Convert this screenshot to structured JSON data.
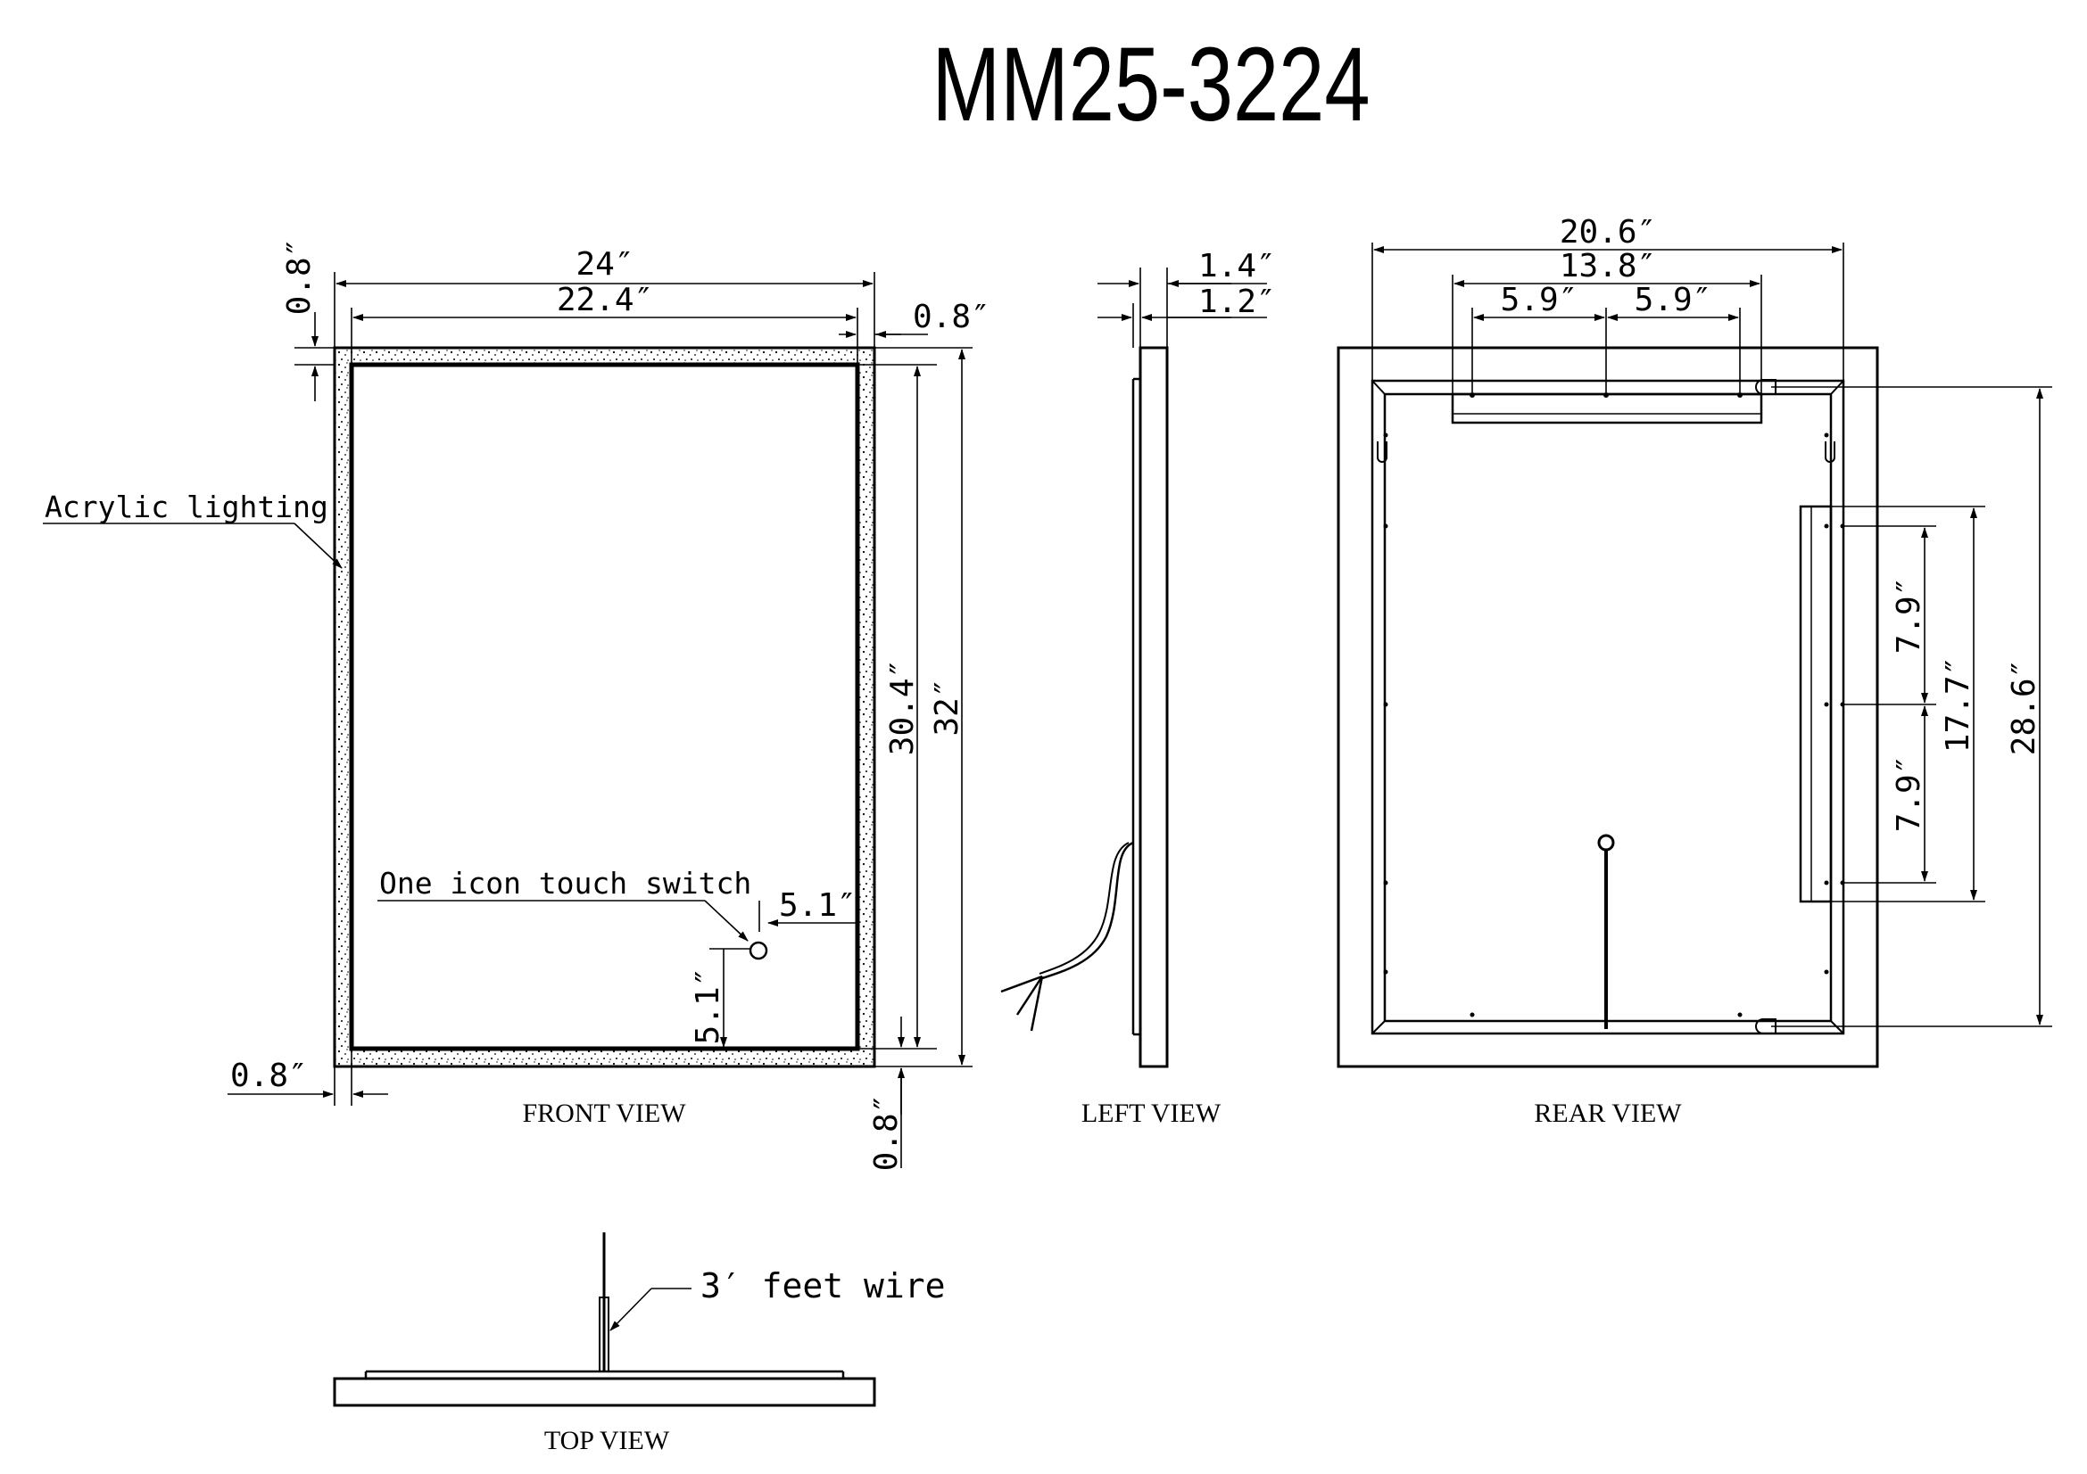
{
  "title": "MM25-3224",
  "front_view": {
    "caption": "FRONT VIEW",
    "dims": {
      "width_outer": "24″",
      "width_inner": "22.4″",
      "border_top": "0.8″",
      "border_right": "0.8″",
      "border_left": "0.8″",
      "border_bottom": "0.8″",
      "height_inner": "30.4″",
      "height_outer": "32″",
      "switch_from_right": "5.1″",
      "switch_from_bottom": "5.1″"
    },
    "labels": {
      "acrylic": "Acrylic lighting",
      "switch": "One icon touch switch"
    }
  },
  "left_view": {
    "caption": "LEFT VIEW",
    "dims": {
      "depth_outer": "1.4″",
      "depth_inner": "1.2″"
    }
  },
  "rear_view": {
    "caption": "REAR VIEW",
    "dims": {
      "frame_width": "20.6″",
      "bracket_span": "13.8″",
      "screw_left": "5.9″",
      "screw_right": "5.9″",
      "hanger_span": "28.6″",
      "driver_length": "17.7″",
      "driver_upper": "7.9″",
      "driver_lower": "7.9″"
    }
  },
  "top_view": {
    "caption": "TOP VIEW",
    "labels": {
      "wire": "3′ feet wire"
    }
  }
}
